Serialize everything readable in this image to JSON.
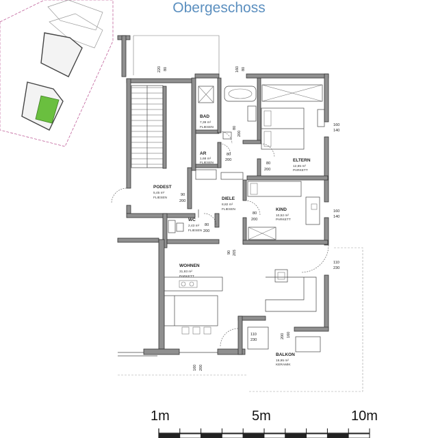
{
  "title": "Obergeschoss",
  "colors": {
    "title": "#5b8fbf",
    "highlight": "#6abf3f",
    "walls": "#8f8f8f",
    "site_border": "#c0609a"
  },
  "rooms": {
    "bad": {
      "name": "BAD",
      "area": "7,39 m²",
      "floor": "FLIESEN"
    },
    "ar": {
      "name": "AR",
      "area": "1,68 m²",
      "floor": "FLIESEN"
    },
    "podest": {
      "name": "PODEST",
      "area": "5,45 m²",
      "floor": "FLIESEN"
    },
    "diele": {
      "name": "DIELE",
      "area": "8,82 m²",
      "floor": "FLIESEN"
    },
    "wc": {
      "name": "WC",
      "area": "2,43 m²",
      "floor": "FLIESEN"
    },
    "eltern": {
      "name": "ELTERN",
      "area": "12,85 m²",
      "floor": "PARKETT"
    },
    "kind": {
      "name": "KIND",
      "area": "10,52 m²",
      "floor": "PARKETT"
    },
    "wohnen": {
      "name": "WOHNEN",
      "area": "31,93 m²",
      "floor": "PARKETT"
    },
    "balkon": {
      "name": "BALKON",
      "area": "19,95 m²",
      "floor": "KERAMIK"
    }
  },
  "dimensions": {
    "top_a_1": "220",
    "top_a_2": "80",
    "top_b_1": "160",
    "top_b_2": "80",
    "bad_door_1": "80",
    "bad_door_2": "200",
    "ar_door_1": "80",
    "ar_door_2": "200",
    "podest_door_1": "90",
    "podest_door_2": "200",
    "eltern_door_1": "80",
    "eltern_door_2": "200",
    "kind_door_1": "80",
    "kind_door_2": "200",
    "wc_door_1": "80",
    "wc_door_2": "200",
    "diele_open_1": "90",
    "diele_open_2": "205",
    "win_eltern_1": "160",
    "win_eltern_2": "140",
    "win_kind_1": "160",
    "win_kind_2": "140",
    "win_wohnen_1": "110",
    "win_wohnen_2": "230",
    "balkon_door_1": "110",
    "balkon_door_2": "230",
    "wohnen_win_1": "200",
    "wohnen_win_2": "160",
    "bottom_1": "160",
    "bottom_2": "200"
  },
  "scale": {
    "label_1": "1m",
    "label_5": "5m",
    "label_10": "10m"
  }
}
